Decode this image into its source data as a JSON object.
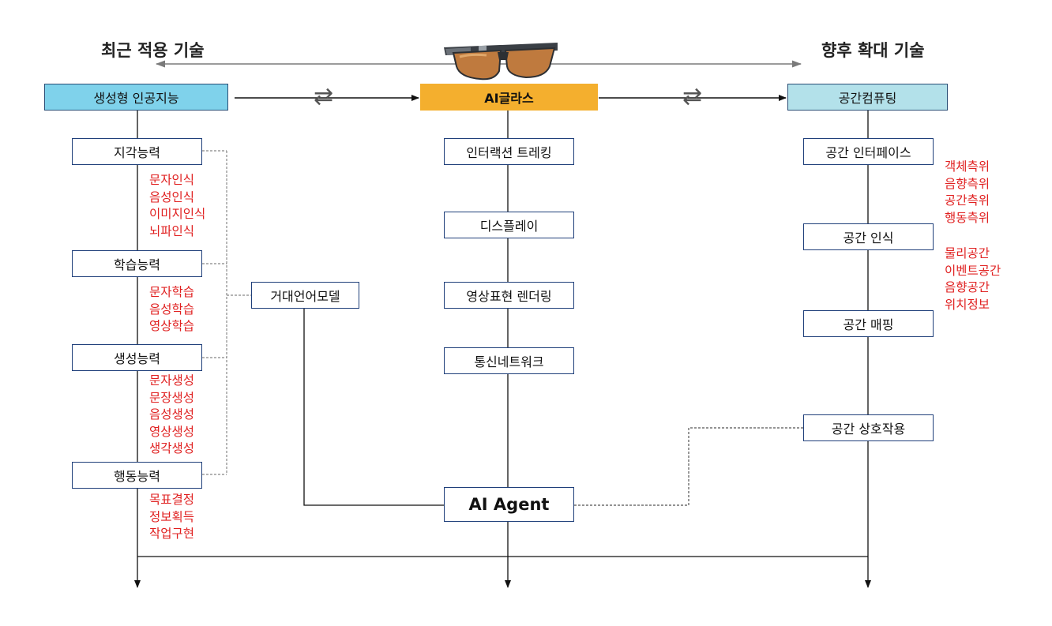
{
  "headers": {
    "left": "최근 적용 기술",
    "right": "향후 확대 기술"
  },
  "top_boxes": {
    "left": "생성형 인공지능",
    "center": "AI글라스",
    "right": "공간컴퓨팅"
  },
  "colors": {
    "left_fill": "#7fd2eb",
    "center_fill": "#f4af2e",
    "right_fill": "#b3e1ea",
    "annotation": "#e02020",
    "border": "#1f3f7a"
  },
  "left": {
    "boxes": [
      "지각능력",
      "학습능력",
      "생성능력",
      "행동능력"
    ],
    "annotations": [
      [
        "문자인식",
        "음성인식",
        "이미지인식",
        "뇌파인식"
      ],
      [
        "문자학습",
        "음성학습",
        "영상학습"
      ],
      [
        "문자생성",
        "문장생성",
        "음성생성",
        "영상생성",
        "생각생성"
      ],
      [
        "목표결정",
        "정보획득",
        "작업구현"
      ]
    ]
  },
  "llm_box": "거대언어모델",
  "center": {
    "boxes": [
      "인터랙션 트레킹",
      "디스플레이",
      "영상표현 렌더링",
      "통신네트워크"
    ]
  },
  "agent_box": "AI Agent",
  "right": {
    "boxes": [
      "공간 인터페이스",
      "공간 인식",
      "공간 매핑",
      "공간 상호작용"
    ],
    "annotations": [
      [
        "객체측위",
        "음향측위",
        "공간측위",
        "행동측위"
      ],
      [
        "물리공간",
        "이벤트공간",
        "음향공간",
        "위치정보"
      ]
    ]
  },
  "icons": {
    "glasses": "ai-glasses-icon",
    "exchange": "exchange-arrows-icon"
  }
}
